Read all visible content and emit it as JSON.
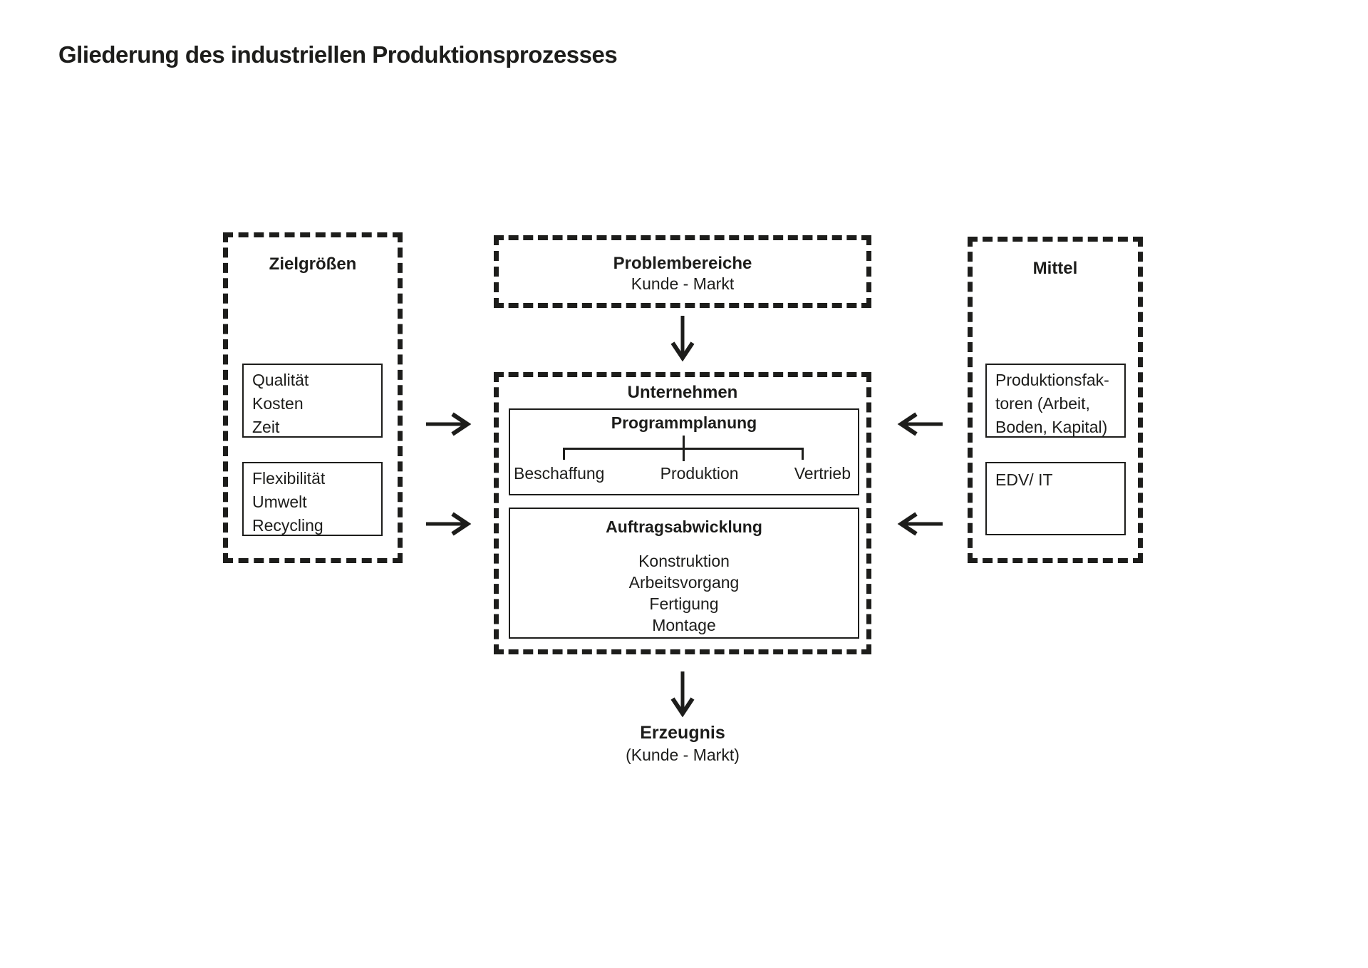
{
  "title": "Gliederung des industriellen Produktionsprozesses",
  "colors": {
    "ink": "#1d1d1b",
    "background": "#ffffff"
  },
  "zielgroessen": {
    "label": "Zielgrößen",
    "targets_box": {
      "lines": [
        "Qualität",
        "Kosten",
        "Zeit"
      ]
    },
    "sustainability_box": {
      "lines": [
        "Flexibilität",
        "Umwelt",
        "Recycling"
      ]
    }
  },
  "problembereiche": {
    "label": "Problembereiche",
    "sublabel": "Kunde - Markt"
  },
  "unternehmen": {
    "label": "Unternehmen",
    "programmplanung": {
      "label": "Programmplanung",
      "children": [
        "Beschaffung",
        "Produktion",
        "Vertrieb"
      ]
    },
    "auftragsabwicklung": {
      "label": "Auftragsabwicklung",
      "steps": [
        "Konstruktion",
        "Arbeitsvorgang",
        "Fertigung",
        "Montage"
      ]
    }
  },
  "mittel": {
    "label": "Mittel",
    "produktionsfaktoren_box": {
      "lines": [
        "Produktionsfak-",
        "toren (Arbeit,",
        "Boden, Kapital)"
      ]
    },
    "edv_box": {
      "label": "EDV/ IT"
    }
  },
  "erzeugnis": {
    "label": "Erzeugnis",
    "sublabel": "(Kunde - Markt)"
  }
}
